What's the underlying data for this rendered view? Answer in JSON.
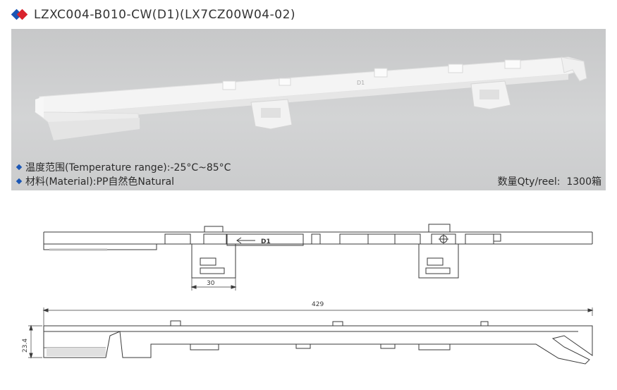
{
  "header": {
    "title": "LZXC004-B010-CW(D1)(LX7CZ00W04-02)",
    "logo": "diamond-logo",
    "colors": {
      "blue": "#1a56b5",
      "red": "#d9232d"
    }
  },
  "photo": {
    "specs": [
      {
        "label": "温度范围(Temperature range):-25°C~85°C"
      },
      {
        "label": "材料(Material):PP自然色Natural"
      }
    ],
    "qty": {
      "label": "数量Qty/reel:",
      "value": "1300箱"
    },
    "part_marking": "D1"
  },
  "chart_data": {
    "type": "technical-drawing",
    "views": [
      "top-view",
      "side-view"
    ],
    "marking": "D1",
    "dimensions": [
      {
        "name": "clip-width",
        "value": "30"
      },
      {
        "name": "overall-length",
        "value": "429"
      },
      {
        "name": "height",
        "value": "23.4"
      }
    ]
  }
}
